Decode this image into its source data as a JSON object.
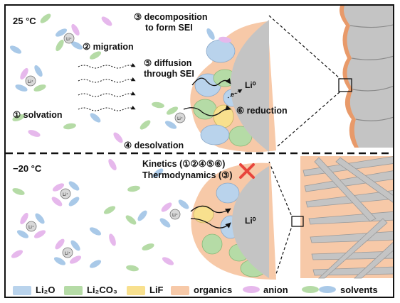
{
  "top_panel": {
    "temperature": "25 °C",
    "step1": "① solvation",
    "step2": "② migration",
    "step3_line1": "③ decomposition",
    "step3_line2": "to form SEI",
    "step4": "④ desolvation",
    "step5_line1": "⑤ diffusion",
    "step5_line2": "through SEI",
    "step6": "⑥ reduction",
    "li_metal": "Li⁰",
    "electron": "e⁻",
    "li_ion": "Li⁺"
  },
  "bottom_panel": {
    "temperature": "−20 °C",
    "kinetics": "Kinetics (①②④⑤⑥)",
    "thermodynamics": "Thermodynamics (③)",
    "li_metal": "Li⁰",
    "li_ion": "Li⁺"
  },
  "legend": {
    "li2o": "Li₂O",
    "li2co3": "Li₂CO₃",
    "lif": "LiF",
    "organics": "organics",
    "anion": "anion",
    "solvents": "solvents"
  },
  "colors": {
    "li2o": "#b9d3ec",
    "li2co3": "#b5dba6",
    "lif": "#f8e08e",
    "organics": "#f7c9a8",
    "organics_dark": "#e89a6a",
    "anion": "#e6b8ec",
    "solvent_green": "#b5dba6",
    "solvent_blue": "#a9c9e8",
    "metal": "#c4c4c4",
    "cross": "#e8453c"
  }
}
